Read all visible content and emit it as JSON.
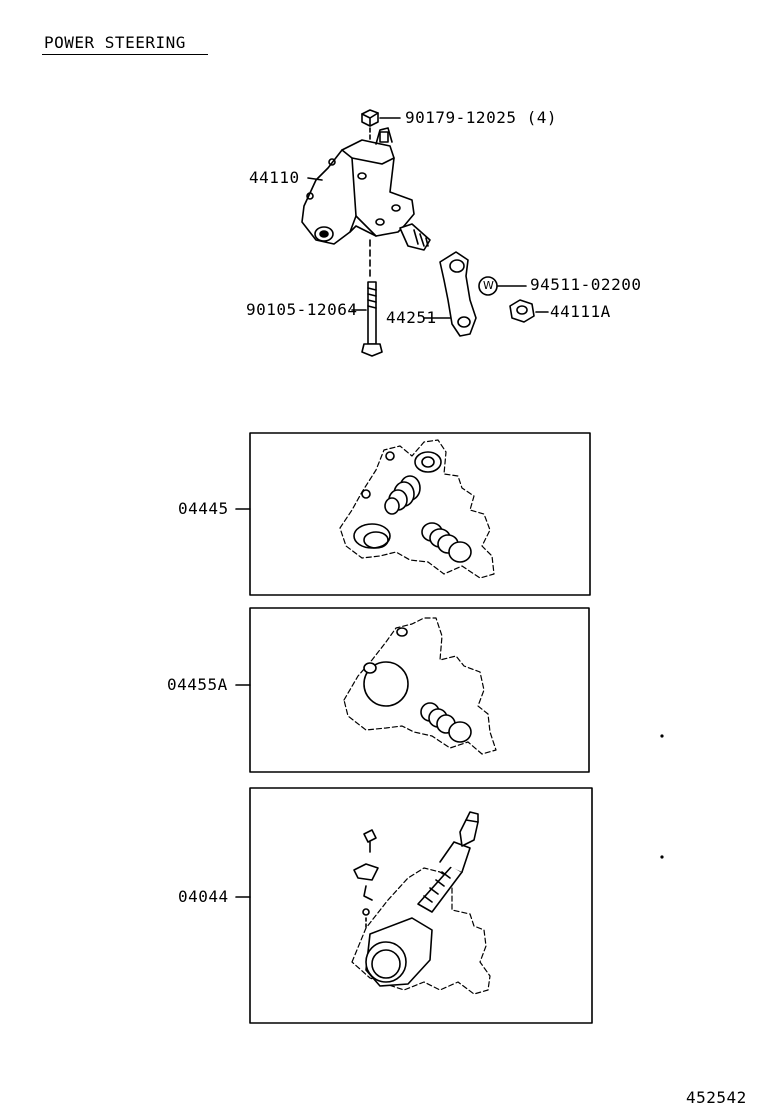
{
  "title": "POWER STEERING",
  "page_id": "452542",
  "parts": {
    "nut_top": "90179-12025 (4)",
    "gear_housing": "44110",
    "washer": "94511-02200",
    "washer_symbol": "W",
    "nut_side": "44111A",
    "bolt": "90105-12064",
    "pitman_arm": "44251"
  },
  "kits": {
    "kit1": "04445",
    "kit2": "04455A",
    "kit3": "04044"
  }
}
